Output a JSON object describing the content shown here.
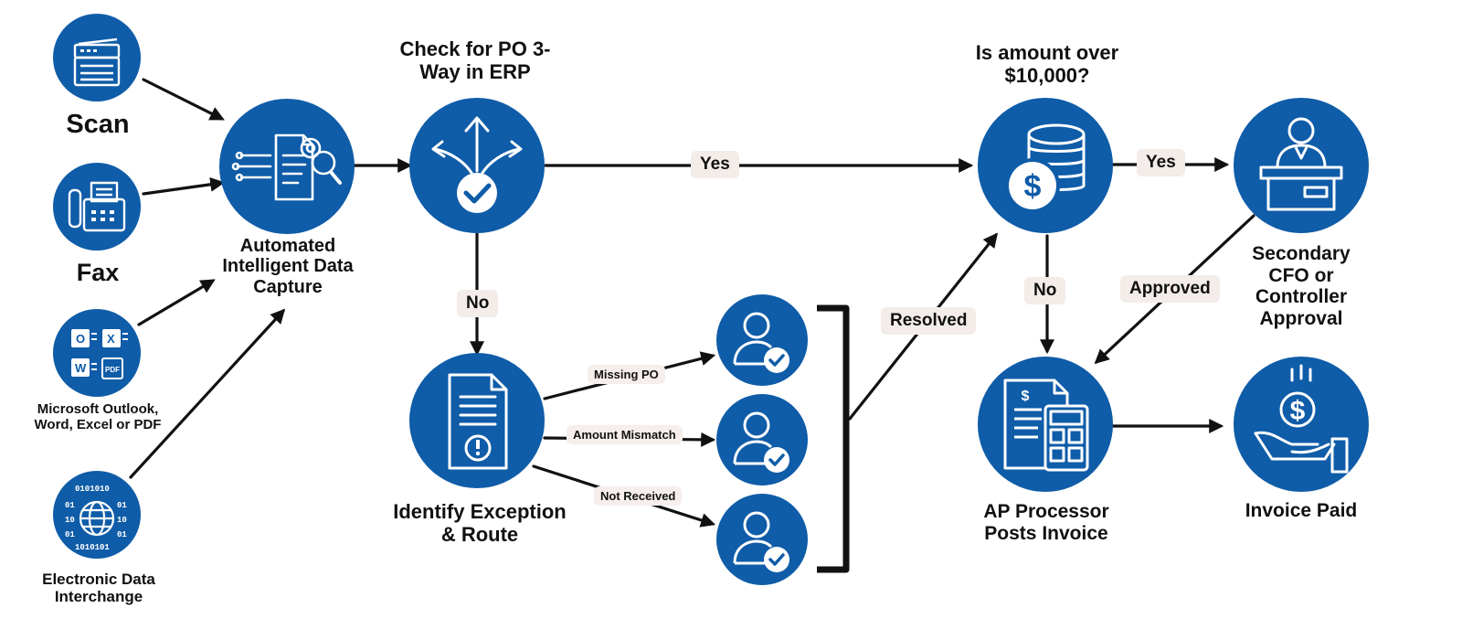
{
  "colors": {
    "node_blue": "#0f5ca8",
    "arrow": "#111111",
    "tag_bg": "#f3ece9"
  },
  "inputs": {
    "scan": {
      "label": "Scan",
      "icon": "scanner-printer-icon"
    },
    "fax": {
      "label": "Fax",
      "icon": "fax-machine-icon"
    },
    "office": {
      "label": "Microsoft Outlook, Word, Excel or PDF",
      "icon": "office-files-icon"
    },
    "edi": {
      "label": "Electronic Data Interchange",
      "icon": "globe-binary-icon"
    }
  },
  "steps": {
    "capture": {
      "label": "Automated Intelligent Data Capture",
      "icon": "document-gears-icon"
    },
    "check": {
      "label": "Check for PO 3-Way in ERP",
      "icon": "split-arrows-check-icon"
    },
    "exception": {
      "label": "Identify Exception & Route",
      "icon": "document-alert-icon"
    },
    "amount": {
      "label": "Is amount over $10,000?",
      "icon": "coins-stack-icon"
    },
    "secondary": {
      "label": "Secondary CFO or Controller Approval",
      "icon": "person-desk-icon"
    },
    "post": {
      "label": "AP Processor Posts Invoice",
      "icon": "invoice-calculator-icon"
    },
    "paid": {
      "label": "Invoice Paid",
      "icon": "hand-coin-icon"
    }
  },
  "exceptions": [
    {
      "label": "Missing PO",
      "icon": "user-check-icon"
    },
    {
      "label": "Amount Mismatch",
      "icon": "user-check-icon"
    },
    {
      "label": "Not Received",
      "icon": "user-check-icon"
    }
  ],
  "edges": {
    "check_yes": "Yes",
    "check_no": "No",
    "resolved": "Resolved",
    "amount_yes": "Yes",
    "amount_no": "No",
    "approved": "Approved"
  }
}
